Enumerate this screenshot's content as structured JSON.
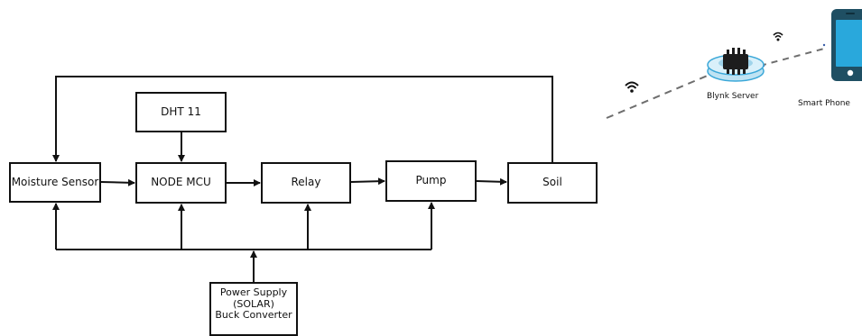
{
  "blocks": {
    "dht": "DHT 11",
    "moisture": "Moisture Sensor",
    "nodemcu": "NODE MCU",
    "relay": "Relay",
    "pump": "Pump",
    "soil": "Soil",
    "power_supply": [
      "Power Supply",
      "(SOLAR)",
      "Buck Converter"
    ]
  },
  "network": {
    "server_label": "Blynk Server",
    "phone_label": "Smart Phone"
  },
  "colors": {
    "line": "#111111",
    "dashed_link": "#6e6e6e",
    "server_accent": "#3aa7d8",
    "phone_body": "#1f4f63",
    "phone_screen": "#29a8dc"
  }
}
